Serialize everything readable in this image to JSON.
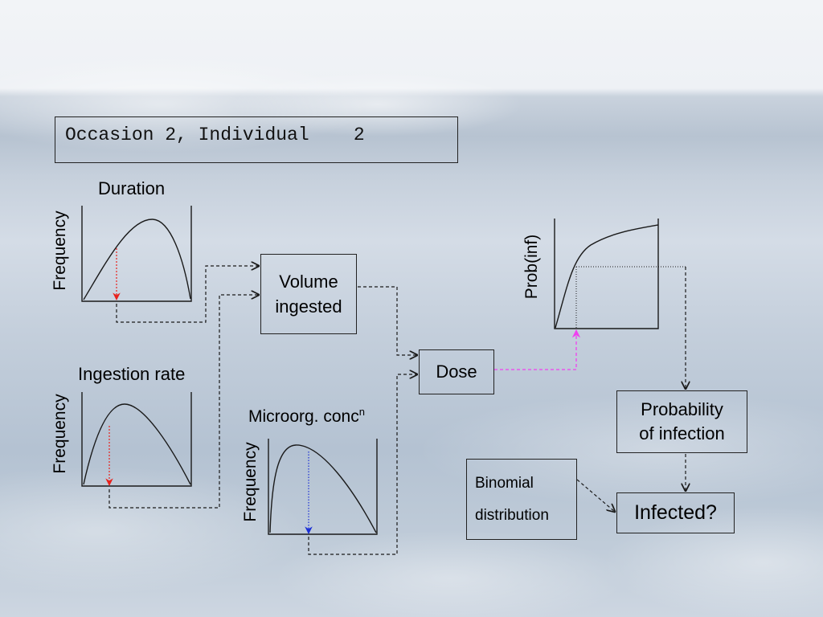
{
  "title": {
    "label": "Occasion 2, Individual",
    "number": "2"
  },
  "graphs": {
    "duration": {
      "title": "Duration",
      "ylabel": "Frequency"
    },
    "ingestion_rate": {
      "title": "Ingestion rate",
      "ylabel": "Frequency"
    },
    "microorg_conc": {
      "title": "Microorg. conc",
      "title_superscript": "n",
      "ylabel": "Frequency"
    },
    "dose_response": {
      "ylabel": "Prob(inf)"
    }
  },
  "boxes": {
    "volume_ingested": {
      "line1": "Volume",
      "line2": "ingested"
    },
    "dose": {
      "label": "Dose"
    },
    "probability_of_infection": {
      "line1": "Probability",
      "line2": "of infection"
    },
    "binomial": {
      "line1": "Binomial",
      "line2": "distribution"
    },
    "infected": {
      "label": "Infected?"
    }
  },
  "colors": {
    "sample_red": "#e8211c",
    "sample_blue": "#1b2fd6",
    "sample_magenta": "#f040f0",
    "line": "#1a1a1a"
  }
}
